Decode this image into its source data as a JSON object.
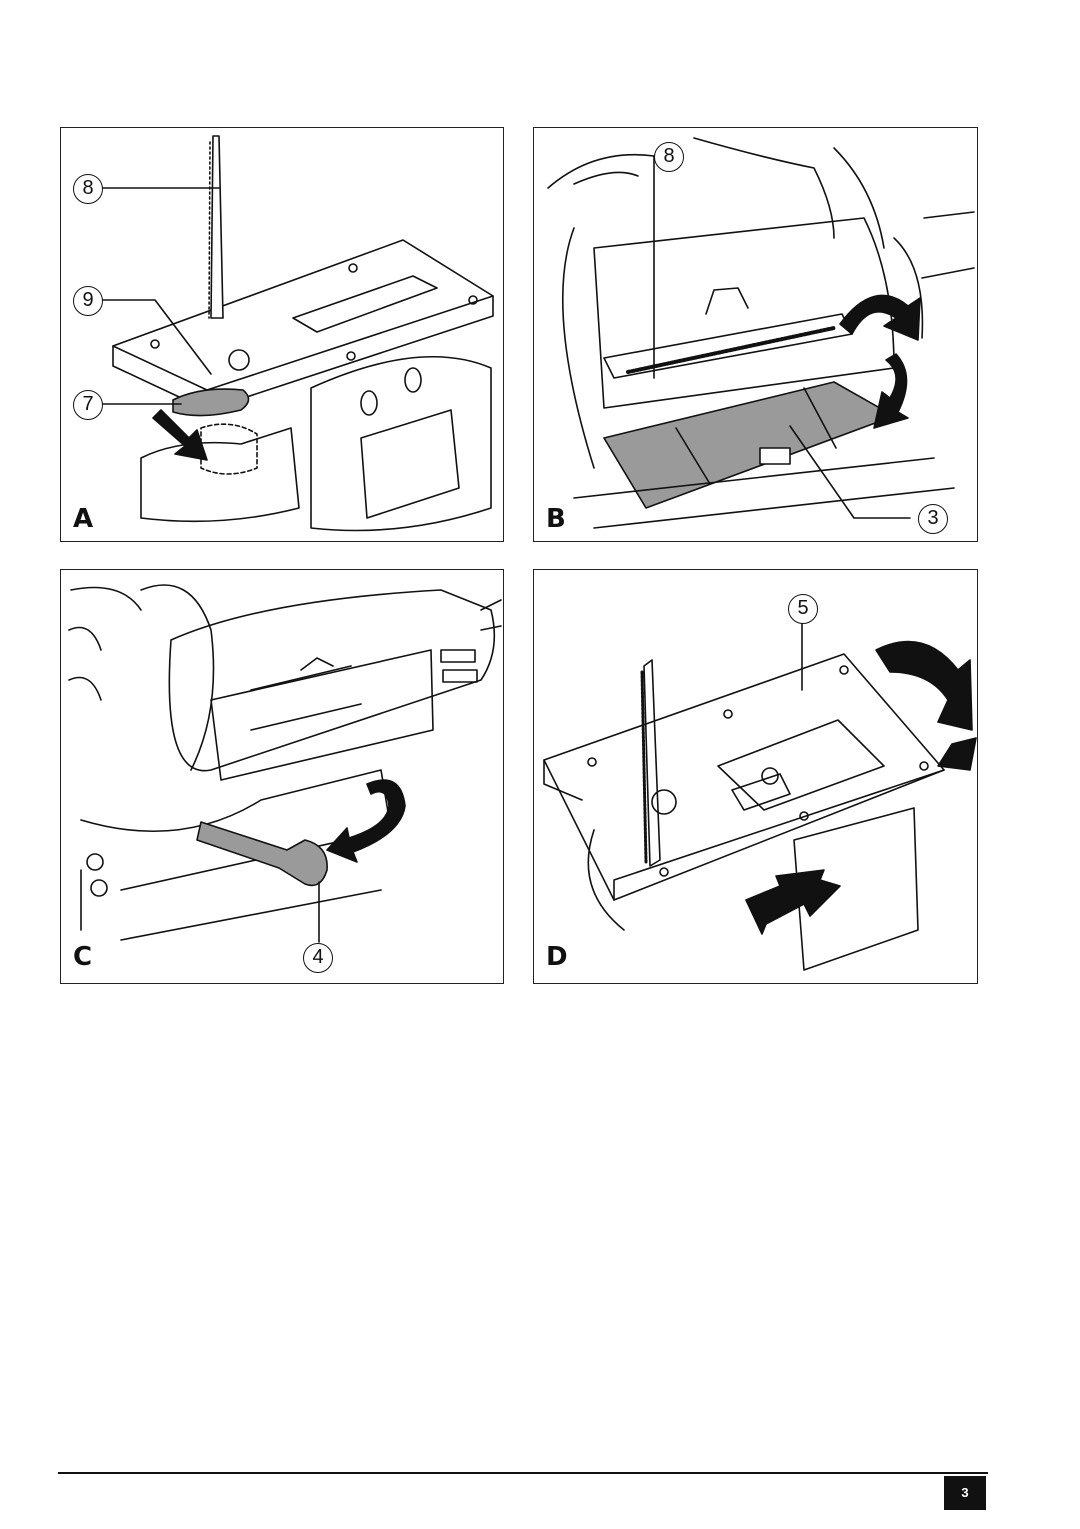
{
  "figures": [
    {
      "id": "A",
      "letter": "A",
      "callouts": [
        "8",
        "9",
        "7"
      ]
    },
    {
      "id": "B",
      "letter": "B",
      "callouts": [
        "8",
        "3"
      ]
    },
    {
      "id": "C",
      "letter": "C",
      "callouts": [
        "4"
      ]
    },
    {
      "id": "D",
      "letter": "D",
      "callouts": [
        "5"
      ]
    }
  ],
  "footer": {
    "page_number": "3"
  },
  "colors": {
    "line": "#111111",
    "shade": "#9a9a9a",
    "badge": "#111111"
  },
  "icons": [
    "curved-rotate-arrow-icon",
    "double-horizontal-arrow-icon",
    "down-arrow-icon"
  ]
}
